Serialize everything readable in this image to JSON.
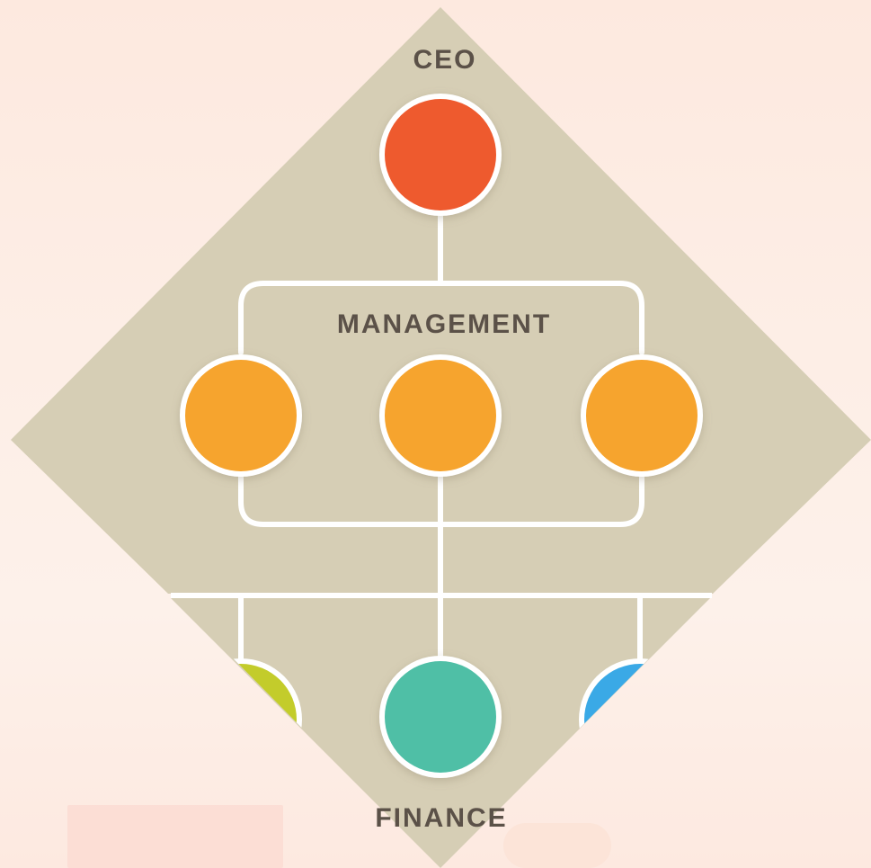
{
  "labels": {
    "top": "CEO",
    "middle": "MANAGEMENT",
    "bottom": "FINANCE"
  },
  "colors": {
    "background": "#fdeee6",
    "diamond": "#d6ceb5",
    "connector": "#ffffff",
    "label_text": "#5b5148",
    "ceo": "#ee5a2f",
    "management": "#f6a42e",
    "dept_left": "#c3cc2b",
    "finance": "#4fbfa6",
    "dept_right": "#3aa9e6"
  },
  "icons": [
    "person-icon"
  ]
}
